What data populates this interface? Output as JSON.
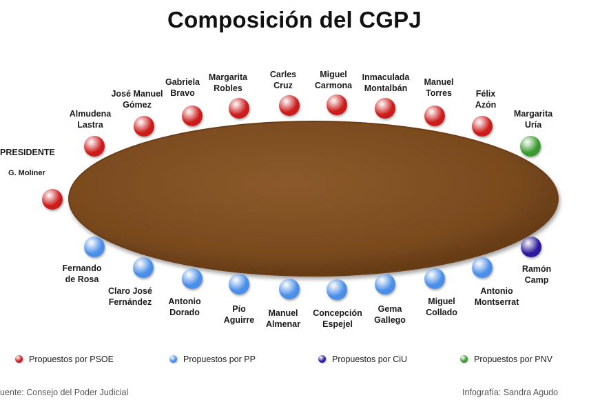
{
  "title": "Composición del CGPJ",
  "president": {
    "role": "PRESIDENTE",
    "name": "G. Moliner",
    "group": "psoe"
  },
  "colors": {
    "psoe": "#cc1b1b",
    "pp": "#4a8ee8",
    "ciu": "#2a1a9e",
    "pnv": "#3a9a2e",
    "table": "#7a4a1e"
  },
  "members": [
    {
      "name": "Almudena\nLastra",
      "group": "psoe"
    },
    {
      "name": "José Manuel\nGómez",
      "group": "psoe"
    },
    {
      "name": "Gabriela\nBravo",
      "group": "psoe"
    },
    {
      "name": "Margarita\nRobles",
      "group": "psoe"
    },
    {
      "name": "Carles\nCruz",
      "group": "psoe"
    },
    {
      "name": "Miguel\nCarmona",
      "group": "psoe"
    },
    {
      "name": "Inmaculada\nMontalbán",
      "group": "psoe"
    },
    {
      "name": "Manuel\nTorres",
      "group": "psoe"
    },
    {
      "name": "Félix\nAzón",
      "group": "psoe"
    },
    {
      "name": "Margarita\nUría",
      "group": "pnv"
    },
    {
      "name": "Fernando\nde Rosa",
      "group": "pp"
    },
    {
      "name": "Claro José\nFernández",
      "group": "pp"
    },
    {
      "name": "Antonio\nDorado",
      "group": "pp"
    },
    {
      "name": "Pío\nAguirre",
      "group": "pp"
    },
    {
      "name": "Manuel\nAlmenar",
      "group": "pp"
    },
    {
      "name": "Concepción\nEspejel",
      "group": "pp"
    },
    {
      "name": "Gema\nGallego",
      "group": "pp"
    },
    {
      "name": "Miguel\nCollado",
      "group": "pp"
    },
    {
      "name": "Antonio\nMontserrat",
      "group": "pp"
    },
    {
      "name": "Ramón\nCamp",
      "group": "ciu"
    }
  ],
  "legend": [
    {
      "label": "Propuestos por PSOE",
      "group": "psoe"
    },
    {
      "label": "Propuestos por PP",
      "group": "pp"
    },
    {
      "label": "Propuestos por CiU",
      "group": "ciu"
    },
    {
      "label": "Propuestos por PNV",
      "group": "pnv"
    }
  ],
  "footer": {
    "source": "uente:  Consejo del Poder Judicial",
    "credit": "Infografía:  Sandra Agudo"
  }
}
